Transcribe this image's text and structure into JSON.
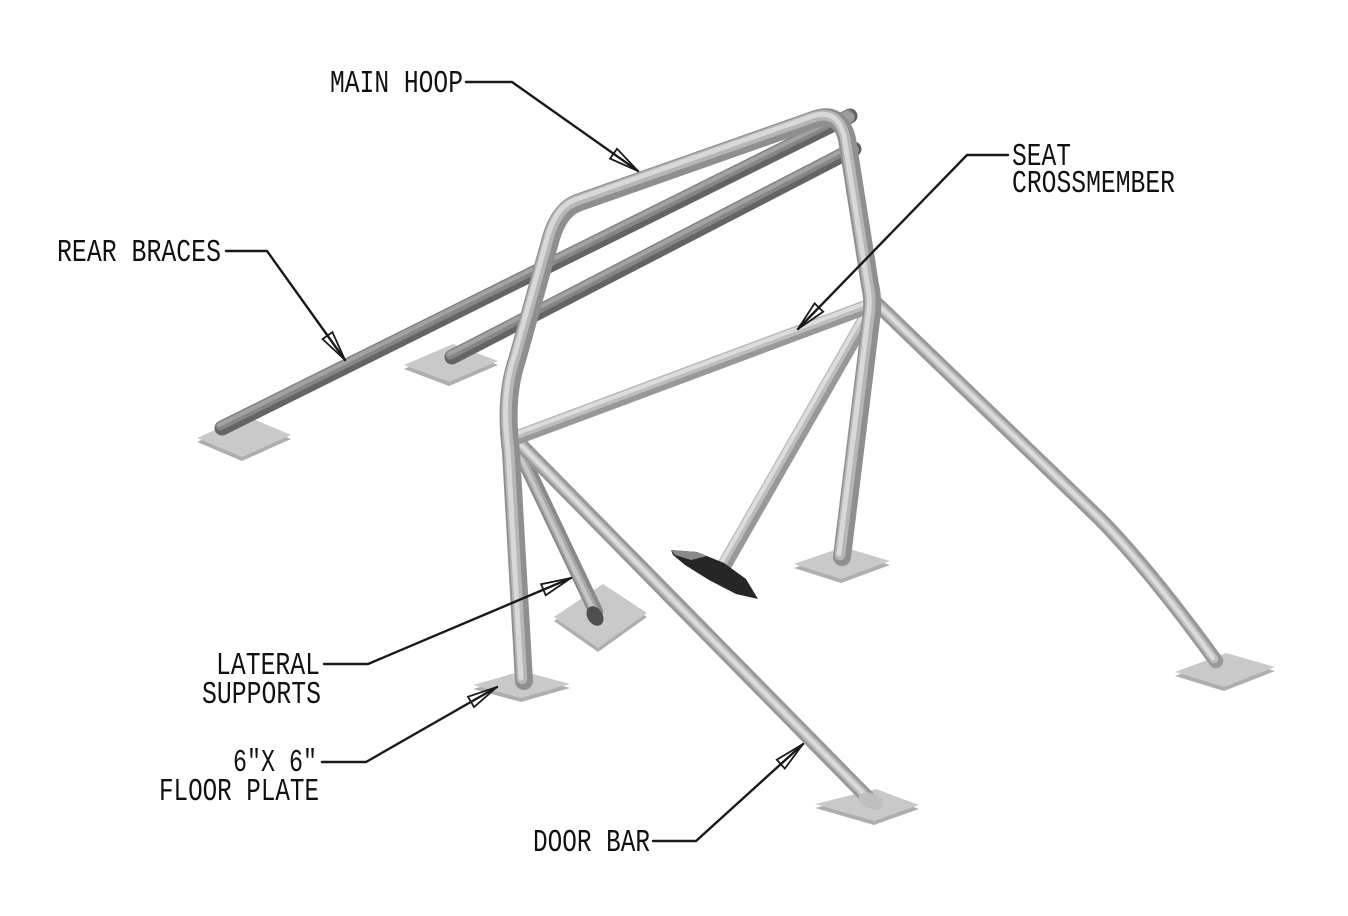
{
  "figure": {
    "type": "technical-part-diagram",
    "subject": "8-point roll bar isometric line drawing with part callouts",
    "background_color": "#ffffff"
  },
  "colors": {
    "line": "#1a1a1a",
    "text": "#111111",
    "tube_light": "#bdbdbd",
    "tube_highlight": "#dcdcdc",
    "tube_shadow": "#8f8f8f",
    "rear_brace_tube": "#868686",
    "floor_plate": "#c9c9c9",
    "edge_on_plate": "#2e2e2e"
  },
  "labels": {
    "main_hoop": {
      "line1": "MAIN HOOP"
    },
    "seat_crossmember": {
      "line1": "SEAT",
      "line2": "CROSSMEMBER"
    },
    "rear_braces": {
      "line1": "REAR BRACES"
    },
    "lateral_supports": {
      "line1": "LATERAL",
      "line2": "SUPPORTS"
    },
    "floor_plate": {
      "line1": "6\"X 6\"",
      "line2": "FLOOR PLATE"
    },
    "door_bar": {
      "line1": "DOOR BAR"
    }
  },
  "parts": [
    "MAIN HOOP",
    "SEAT CROSSMEMBER",
    "REAR BRACES",
    "LATERAL SUPPORTS",
    "6\"X 6\" FLOOR PLATE",
    "DOOR BAR"
  ]
}
